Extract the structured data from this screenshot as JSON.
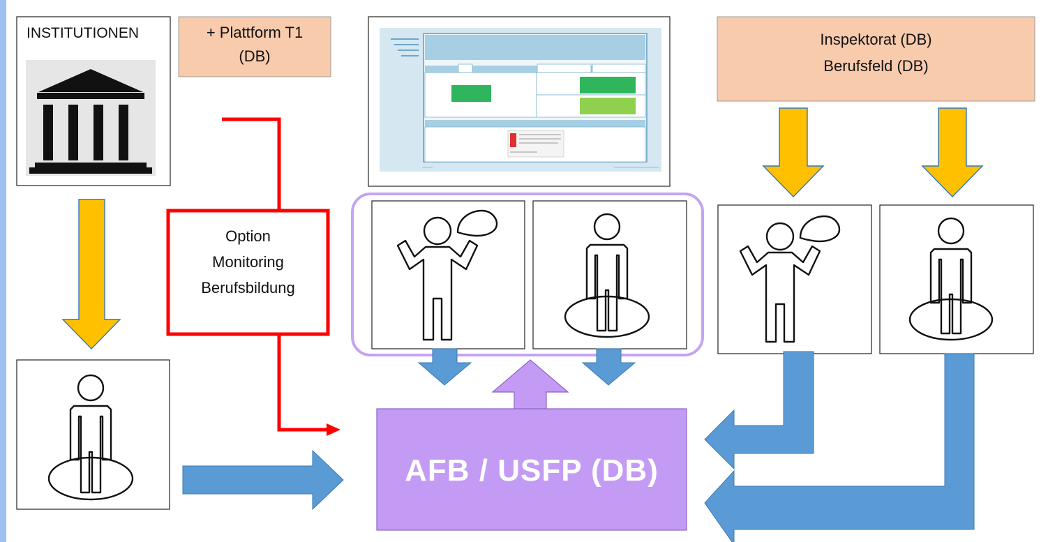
{
  "labels": {
    "institutions": "INSTITUTIONEN",
    "platform": [
      "+ Plattform T1",
      "(DB)"
    ],
    "inspectorate": [
      "Inspektorat (DB)",
      "Berufsfeld (DB)"
    ],
    "monitoring_option": [
      "Option",
      "Monitoring",
      "Berufsbildung"
    ],
    "afb": "AFB / USFP (DB)"
  },
  "colors": {
    "peach": "#f8cbad",
    "yellow_arrow": "#ffc000",
    "blue_arrow": "#5b9bd5",
    "purple_box": "#c39bf4",
    "purple_outline": "#c4a3f3",
    "red_line": "#ff0000",
    "form_frame": "#7fb2cf",
    "green_dark": "#2fb55b",
    "green_light": "#8fd14f"
  },
  "icons": [
    "institution-building-icon",
    "person-speaking-icon",
    "person-standing-icon"
  ]
}
